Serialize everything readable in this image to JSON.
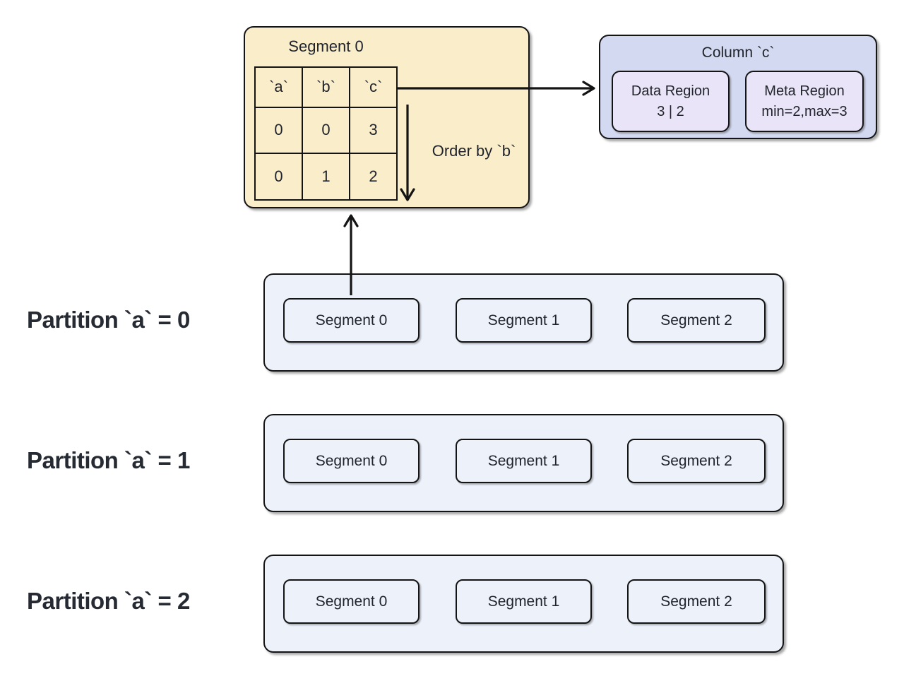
{
  "colors": {
    "segment_detail_fill": "#FAEDC9",
    "column_c_fill": "#D2D9F0",
    "region_fill": "#EAE4F8",
    "partition_fill": "#ECF1FA",
    "stroke": "#141414",
    "text": "#21242C",
    "background": "#FFFFFF"
  },
  "segment_detail": {
    "title": "Segment 0",
    "table": {
      "headers": [
        "`a`",
        "`b`",
        "`c`"
      ],
      "rows": [
        [
          "0",
          "0",
          "3"
        ],
        [
          "0",
          "1",
          "2"
        ]
      ]
    },
    "order_note": "Order by `b`"
  },
  "column_c": {
    "title": "Column `c`",
    "data_region": {
      "name": "Data Region",
      "value": "3 | 2"
    },
    "meta_region": {
      "name": "Meta Region",
      "value": "min=2,max=3"
    }
  },
  "partitions": [
    {
      "label": "Partition `a` = 0",
      "segments": [
        "Segment 0",
        "Segment 1",
        "Segment 2"
      ]
    },
    {
      "label": "Partition `a` = 1",
      "segments": [
        "Segment 0",
        "Segment 1",
        "Segment 2"
      ]
    },
    {
      "label": "Partition `a` = 2",
      "segments": [
        "Segment 0",
        "Segment 1",
        "Segment 2"
      ]
    }
  ]
}
